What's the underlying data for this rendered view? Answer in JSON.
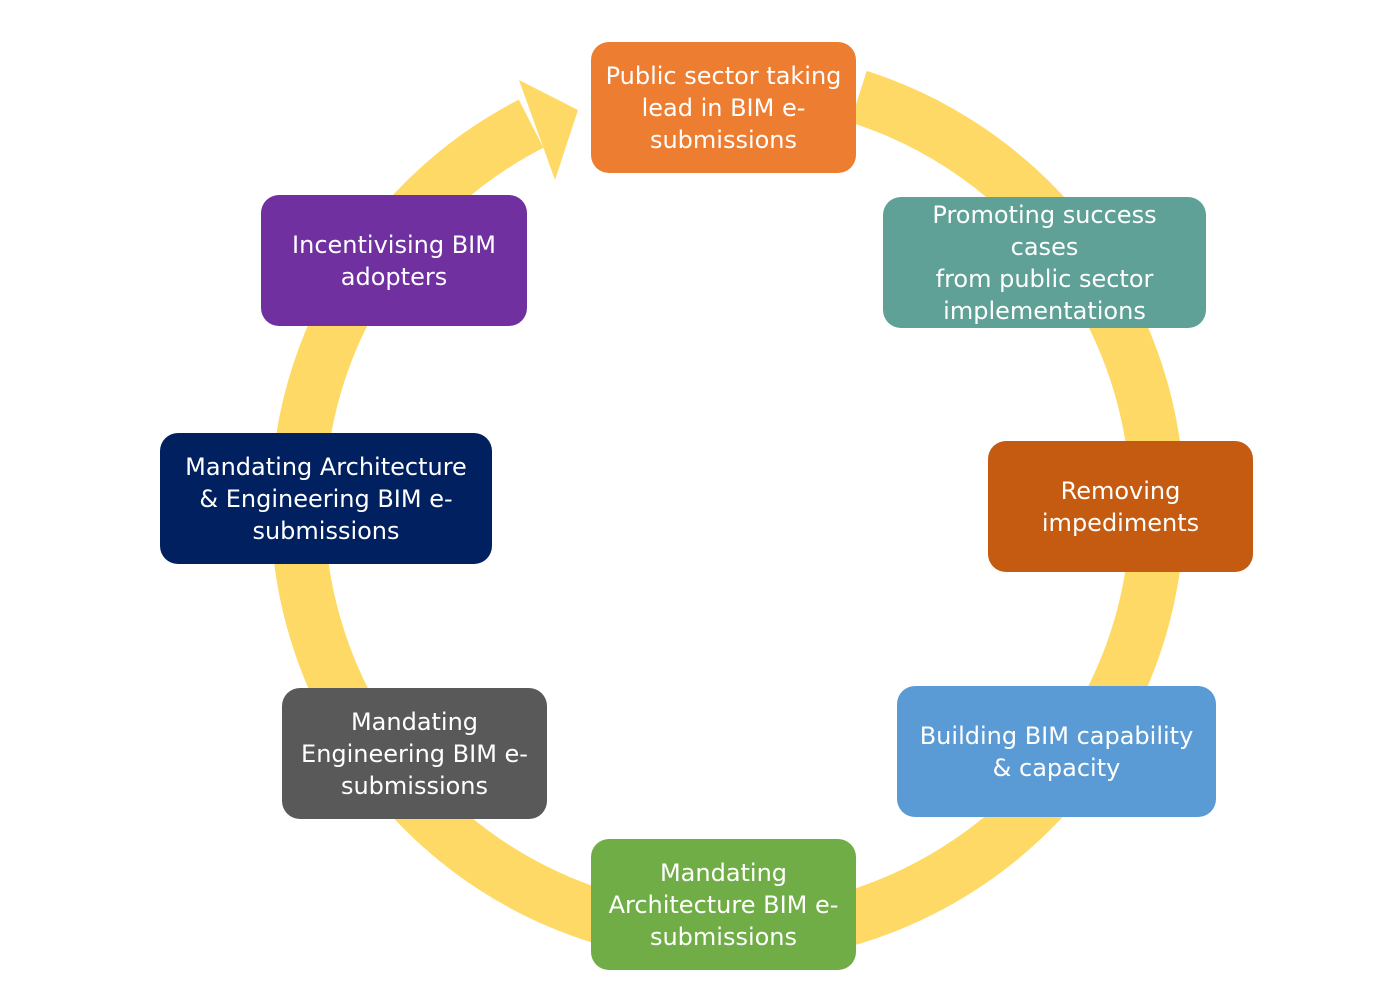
{
  "diagram": {
    "ring_color": "#FFD966",
    "nodes": [
      {
        "label": "Public sector taking\nlead in BIM e-\nsubmissions",
        "color": "#ED7D31"
      },
      {
        "label": "Promoting success cases\nfrom public sector\nimplementations",
        "color": "#5FA197"
      },
      {
        "label": "Removing\nimpediments",
        "color": "#C55A11"
      },
      {
        "label": "Building BIM capability\n& capacity",
        "color": "#5B9BD5"
      },
      {
        "label": "Mandating\nArchitecture BIM e-\nsubmissions",
        "color": "#70AD47"
      },
      {
        "label": "Mandating\nEngineering BIM e-\nsubmissions",
        "color": "#595959"
      },
      {
        "label": "Mandating Architecture\n& Engineering BIM e-\nsubmissions",
        "color": "#002060"
      },
      {
        "label": "Incentivising BIM\nadopters",
        "color": "#7030A0"
      }
    ]
  }
}
